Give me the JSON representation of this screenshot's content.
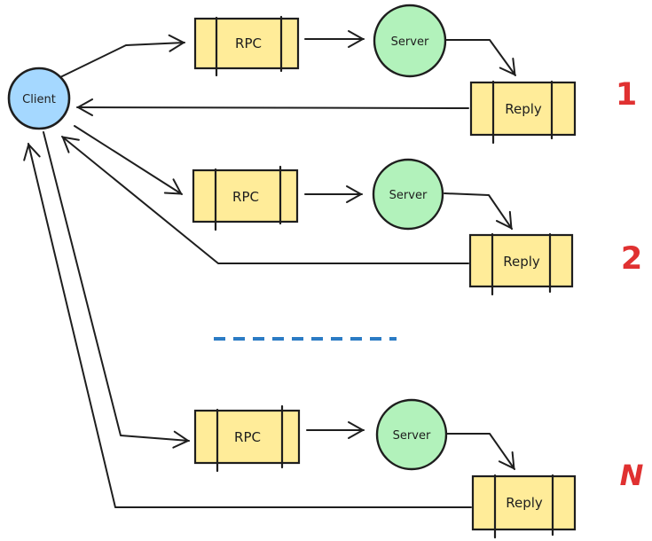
{
  "colors": {
    "background": "#ffffff",
    "stroke": "#1e1e1e",
    "client-fill": "#a5d8ff",
    "server-fill": "#b2f2bb",
    "box-fill": "#ffec99",
    "row-label": "#e03131",
    "separator": "#2b7bc4"
  },
  "client": {
    "label": "Client"
  },
  "rows": [
    {
      "rpc_label": "RPC",
      "server_label": "Server",
      "reply_label": "Reply",
      "row_number": "1"
    },
    {
      "rpc_label": "RPC",
      "server_label": "Server",
      "reply_label": "Reply",
      "row_number": "2"
    },
    {
      "rpc_label": "RPC",
      "server_label": "Server",
      "reply_label": "Reply",
      "row_number": "N"
    }
  ]
}
